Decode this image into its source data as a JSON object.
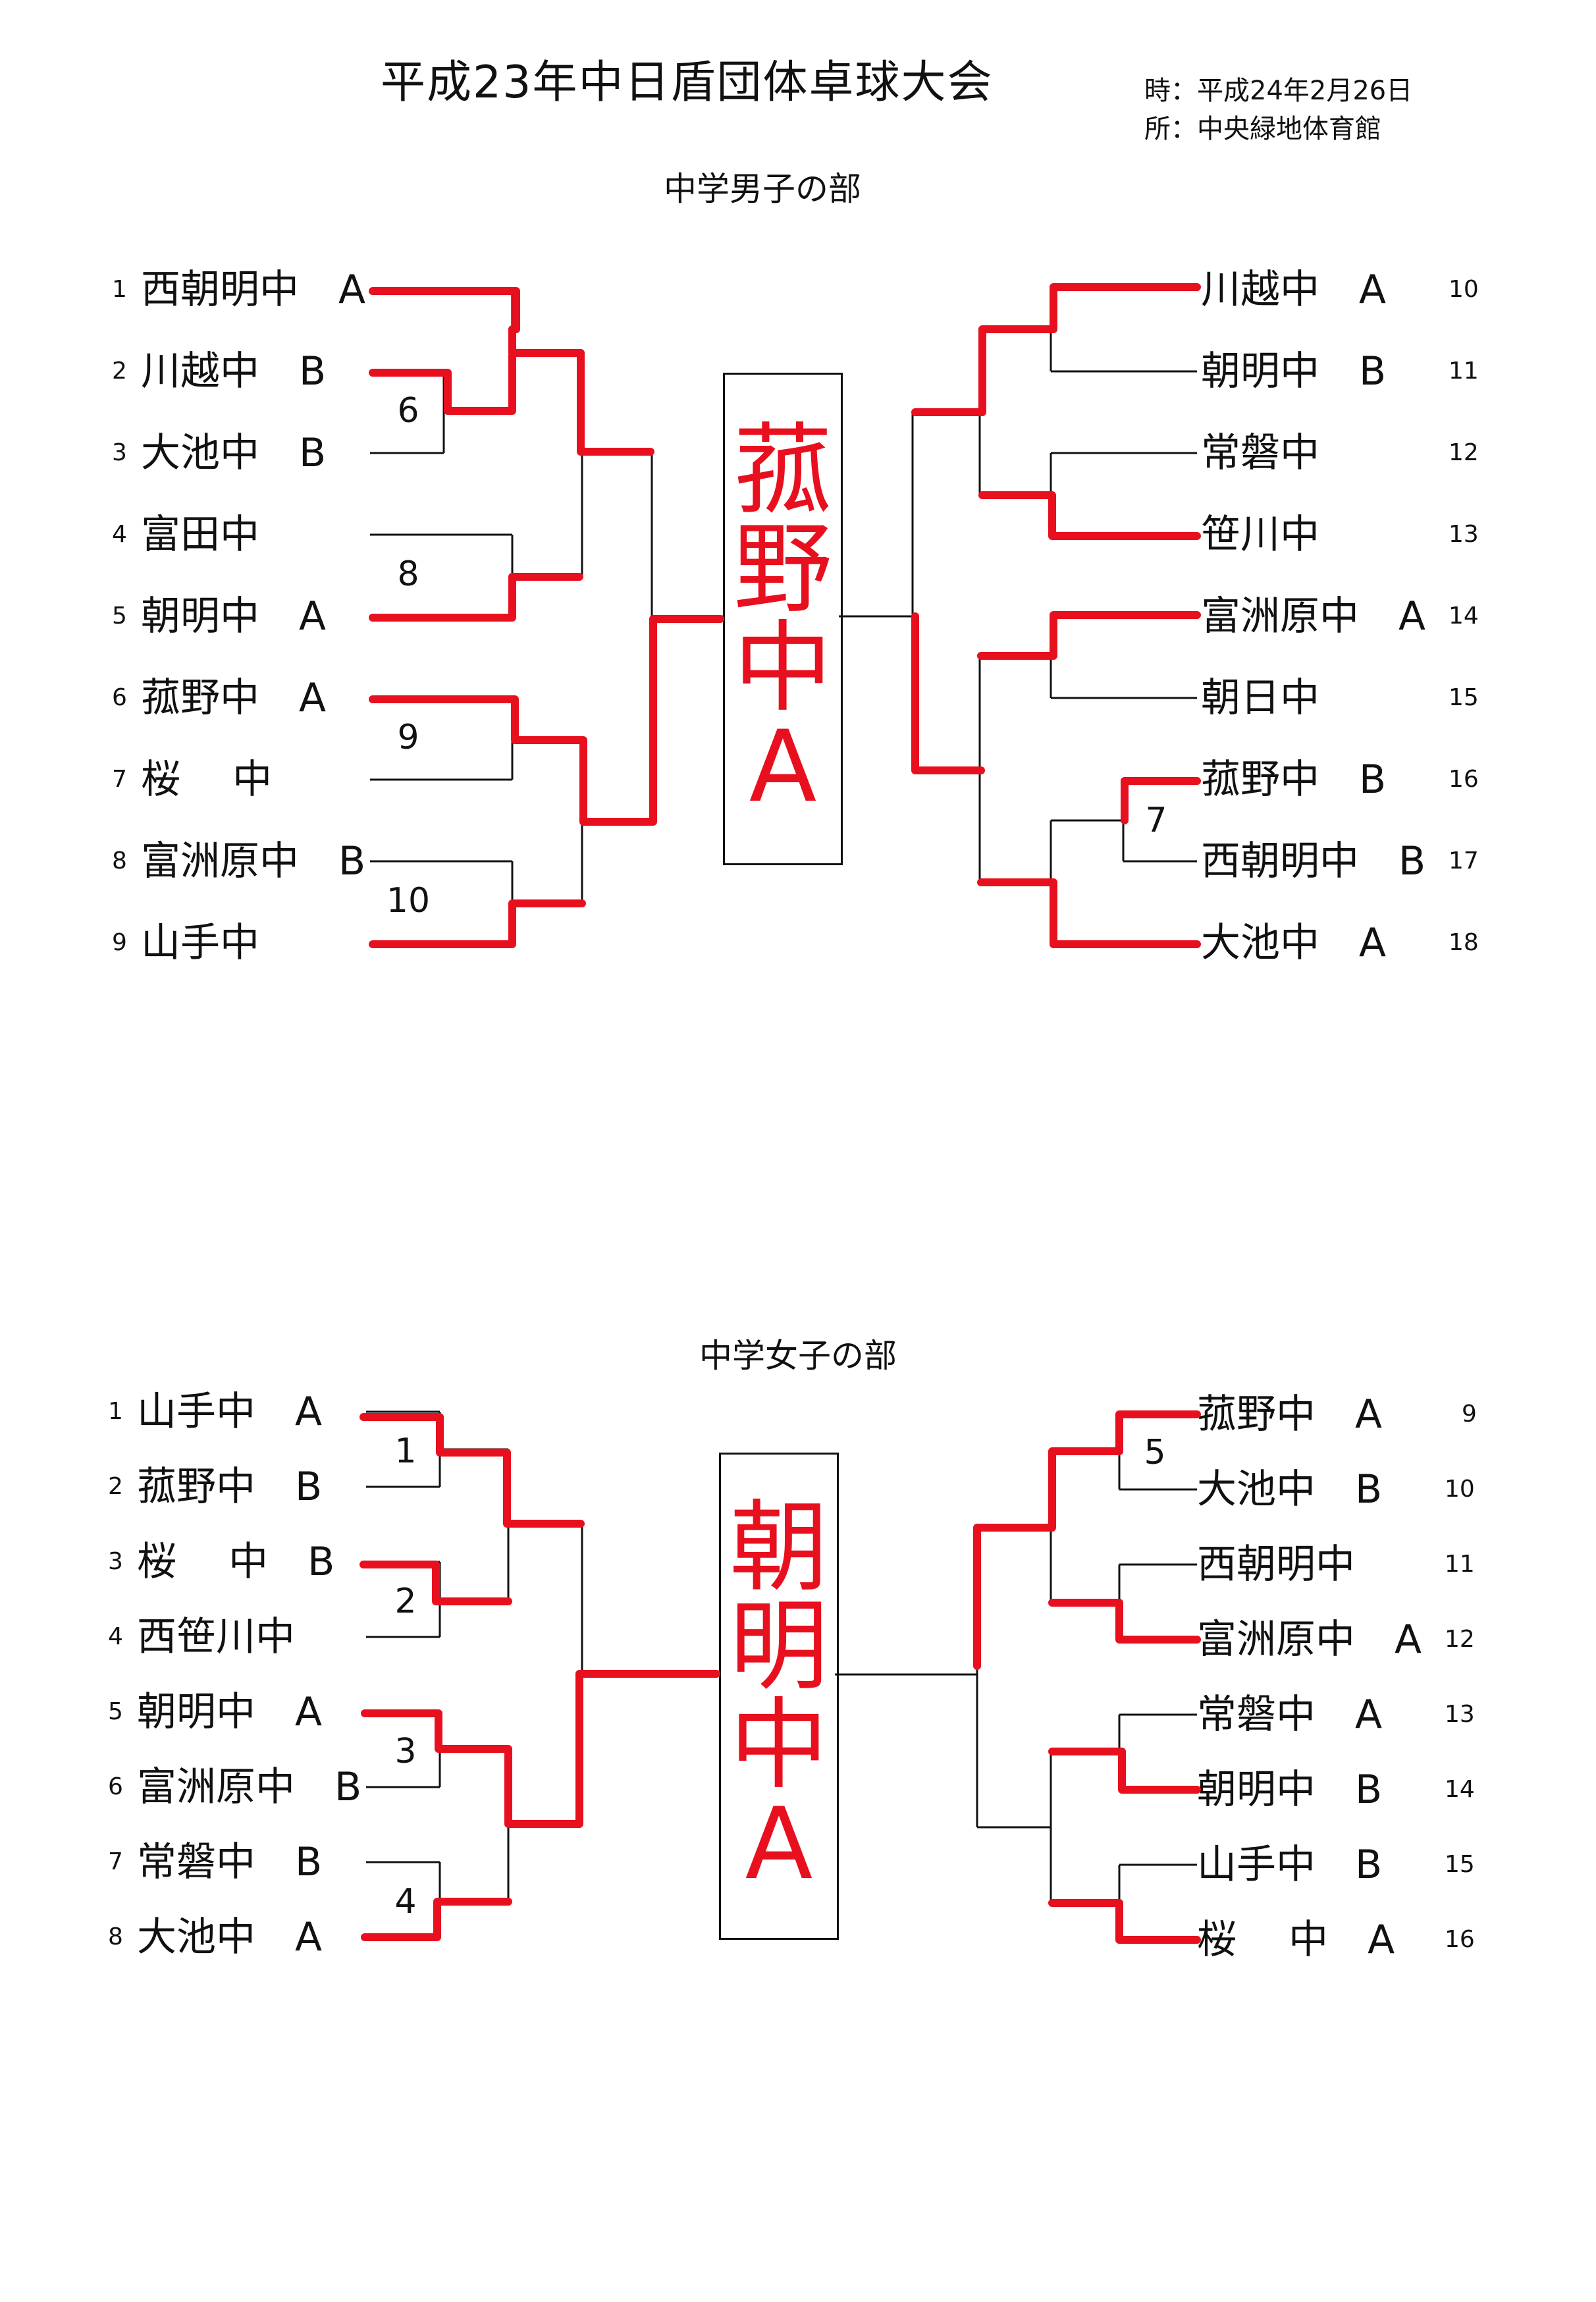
{
  "document": {
    "title": "平成23年中日盾団体卓球大会",
    "date_line": "時：平成24年2月26日",
    "venue_line": "所：中央緑地体育館"
  },
  "boys": {
    "title": "中学男子の部",
    "left": [
      {
        "seed": "1",
        "name": "西朝明中　A"
      },
      {
        "seed": "2",
        "name": "川越中　B"
      },
      {
        "seed": "3",
        "name": "大池中　B"
      },
      {
        "seed": "4",
        "name": "富田中"
      },
      {
        "seed": "5",
        "name": "朝明中　A"
      },
      {
        "seed": "6",
        "name": "菰野中　A"
      },
      {
        "seed": "7",
        "name": "桜　 中"
      },
      {
        "seed": "8",
        "name": "富洲原中　B"
      },
      {
        "seed": "9",
        "name": "山手中"
      }
    ],
    "right": [
      {
        "seed": "10",
        "name": "川越中　A"
      },
      {
        "seed": "11",
        "name": "朝明中　B"
      },
      {
        "seed": "12",
        "name": "常磐中"
      },
      {
        "seed": "13",
        "name": "笹川中"
      },
      {
        "seed": "14",
        "name": "富洲原中　A"
      },
      {
        "seed": "15",
        "name": "朝日中"
      },
      {
        "seed": "16",
        "name": "菰野中　B"
      },
      {
        "seed": "17",
        "name": "西朝明中　B"
      },
      {
        "seed": "18",
        "name": "大池中　A"
      }
    ],
    "match_numbers": [
      "6",
      "8",
      "9",
      "10",
      "7"
    ],
    "champion": [
      "菰",
      "野",
      "中",
      "A"
    ]
  },
  "girls": {
    "title": "中学女子の部",
    "left": [
      {
        "seed": "1",
        "name": "山手中　A"
      },
      {
        "seed": "2",
        "name": "菰野中　B"
      },
      {
        "seed": "3",
        "name": "桜　 中　B"
      },
      {
        "seed": "4",
        "name": "西笹川中"
      },
      {
        "seed": "5",
        "name": "朝明中　A"
      },
      {
        "seed": "6",
        "name": "富洲原中　B"
      },
      {
        "seed": "7",
        "name": "常磐中　B"
      },
      {
        "seed": "8",
        "name": "大池中　A"
      }
    ],
    "right": [
      {
        "seed": "9",
        "name": "菰野中　A"
      },
      {
        "seed": "10",
        "name": "大池中　B"
      },
      {
        "seed": "11",
        "name": "西朝明中"
      },
      {
        "seed": "12",
        "name": "富洲原中　A"
      },
      {
        "seed": "13",
        "name": "常磐中　A"
      },
      {
        "seed": "14",
        "name": "朝明中　B"
      },
      {
        "seed": "15",
        "name": "山手中　B"
      },
      {
        "seed": "16",
        "name": "桜　 中　A"
      }
    ],
    "match_numbers": [
      "1",
      "2",
      "3",
      "4",
      "5"
    ],
    "champion": [
      "朝",
      "明",
      "中",
      "A"
    ]
  },
  "colors": {
    "ink": "#111111",
    "winner_red": "#e8101e",
    "paper": "#ffffff"
  }
}
